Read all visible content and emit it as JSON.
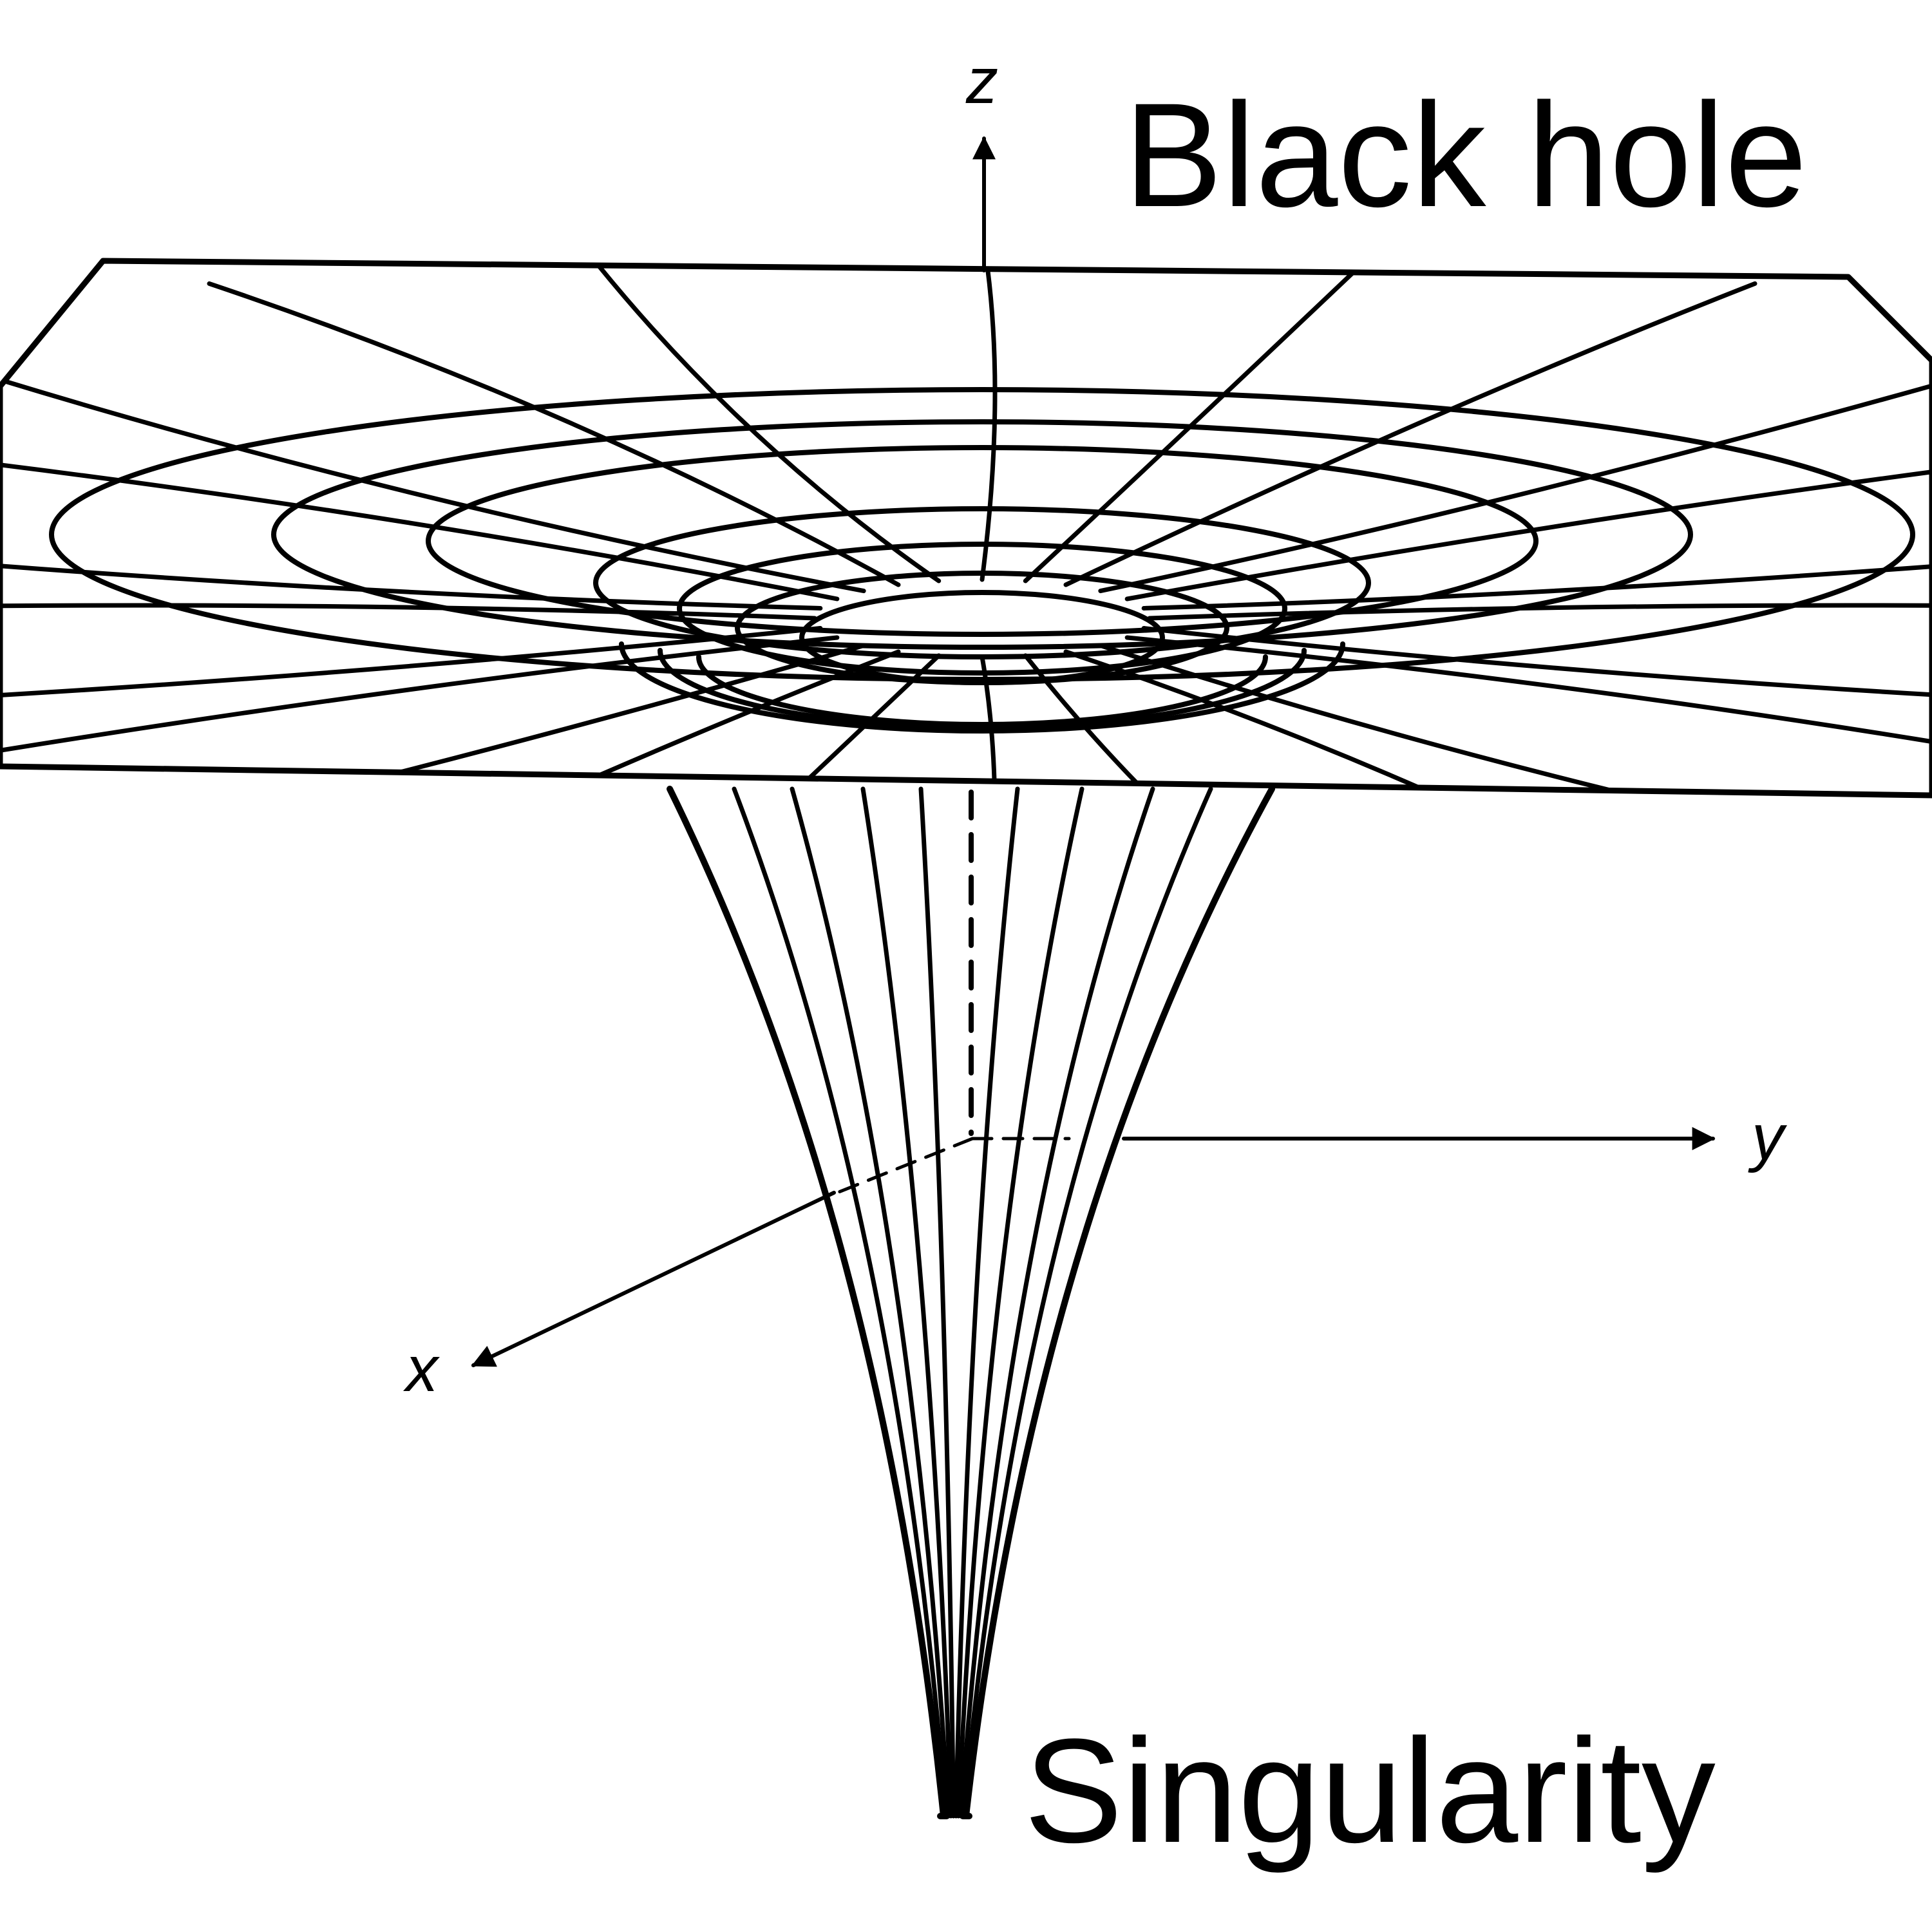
{
  "diagram": {
    "title": "Black hole",
    "bottom_label": "Singularity",
    "axes": {
      "x": "x",
      "y": "y",
      "z": "z"
    }
  },
  "colors": {
    "ink": "#000000",
    "background": "#ffffff"
  }
}
